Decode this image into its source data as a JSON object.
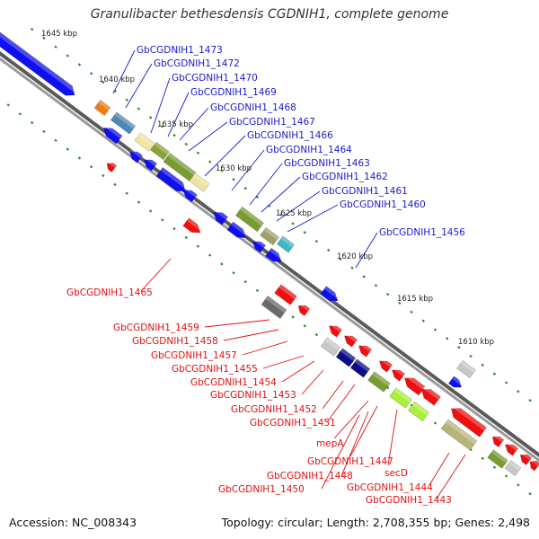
{
  "title": "Granulibacter bethesdensis CGDNIH1, complete genome",
  "footer": {
    "accession": "Accession: NC_008343",
    "info": "Topology: circular; Length: 2,708,355 bp; Genes: 2,498"
  },
  "colors": {
    "forward_label": "#1a1acc",
    "reverse_label": "#e01010",
    "forward_gene": "#1010ee",
    "reverse_gene": "#ee1010",
    "backbone": "#888888",
    "tick": "#2a8a2a"
  },
  "scale_ticks": [
    {
      "label": "1645 kbp"
    },
    {
      "label": "1640 kbp"
    },
    {
      "label": "1635 kbp"
    },
    {
      "label": "1630 kbp"
    },
    {
      "label": "1625 kbp"
    },
    {
      "label": "1620 kbp"
    },
    {
      "label": "1615 kbp"
    },
    {
      "label": "1610 kbp"
    }
  ],
  "forward_labels": [
    "GbCGDNIH1_1473",
    "GbCGDNIH1_1472",
    "GbCGDNIH1_1470",
    "GbCGDNIH1_1469",
    "GbCGDNIH1_1468",
    "GbCGDNIH1_1467",
    "GbCGDNIH1_1466",
    "GbCGDNIH1_1464",
    "GbCGDNIH1_1463",
    "GbCGDNIH1_1462",
    "GbCGDNIH1_1461",
    "GbCGDNIH1_1460",
    "GbCGDNIH1_1456"
  ],
  "reverse_labels": [
    "GbCGDNIH1_1465",
    "GbCGDNIH1_1459",
    "GbCGDNIH1_1458",
    "GbCGDNIH1_1457",
    "GbCGDNIH1_1455",
    "GbCGDNIH1_1454",
    "GbCGDNIH1_1453",
    "GbCGDNIH1_1452",
    "GbCGDNIH1_1451",
    "mepA",
    "GbCGDNIH1_1447",
    "GbCGDNIH1_1448",
    "GbCGDNIH1_1450",
    "secD",
    "GbCGDNIH1_1444",
    "GbCGDNIH1_1443"
  ]
}
